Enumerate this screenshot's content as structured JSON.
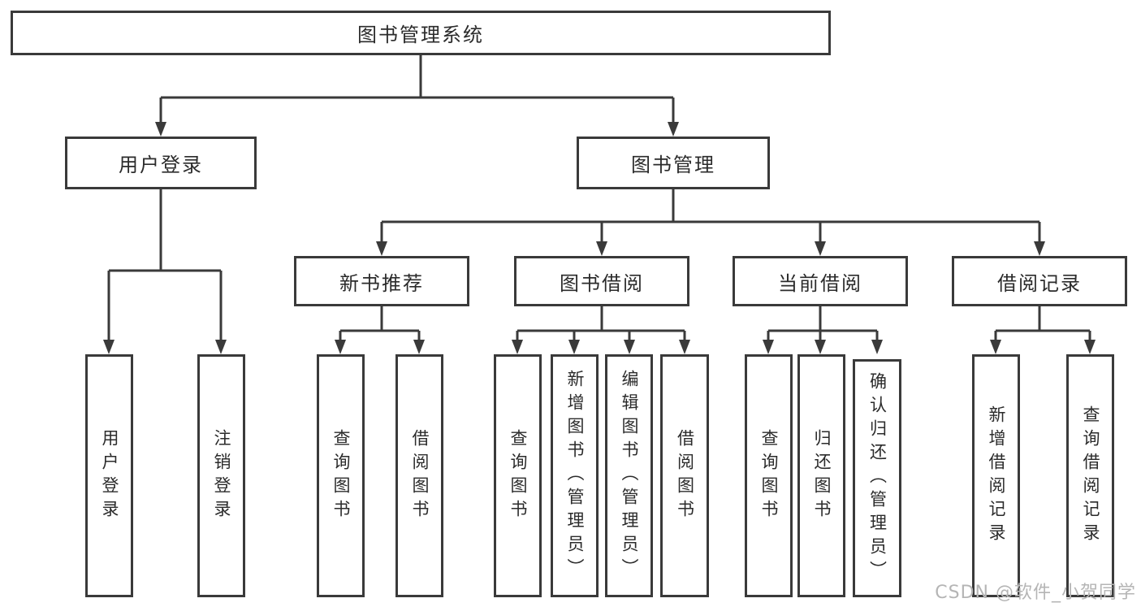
{
  "diagram": {
    "root": {
      "label": "图书管理系统"
    },
    "level2": [
      {
        "label": "用户登录"
      },
      {
        "label": "图书管理"
      }
    ],
    "level3": [
      {
        "label": "新书推荐"
      },
      {
        "label": "图书借阅"
      },
      {
        "label": "当前借阅"
      },
      {
        "label": "借阅记录"
      }
    ],
    "leaves": {
      "user_login": [
        {
          "label": "用户登录"
        },
        {
          "label": "注销登录"
        }
      ],
      "new_book": [
        {
          "label": "查询图书"
        },
        {
          "label": "借阅图书"
        }
      ],
      "borrow": [
        {
          "label": "查询图书"
        },
        {
          "label": "新增图书（管理员）"
        },
        {
          "label": "编辑图书（管理员）"
        },
        {
          "label": "借阅图书"
        }
      ],
      "current": [
        {
          "label": "查询图书"
        },
        {
          "label": "归还图书"
        },
        {
          "label": "确认归还（管理员）"
        }
      ],
      "records": [
        {
          "label": "新增借阅记录"
        },
        {
          "label": "查询借阅记录"
        }
      ]
    },
    "watermark": "CSDN @软件_小贺同学",
    "colors": {
      "line": "#3a3a3a",
      "text": "#2b2b2b",
      "background": "#ffffff",
      "watermark": "#b5b5b5"
    }
  }
}
